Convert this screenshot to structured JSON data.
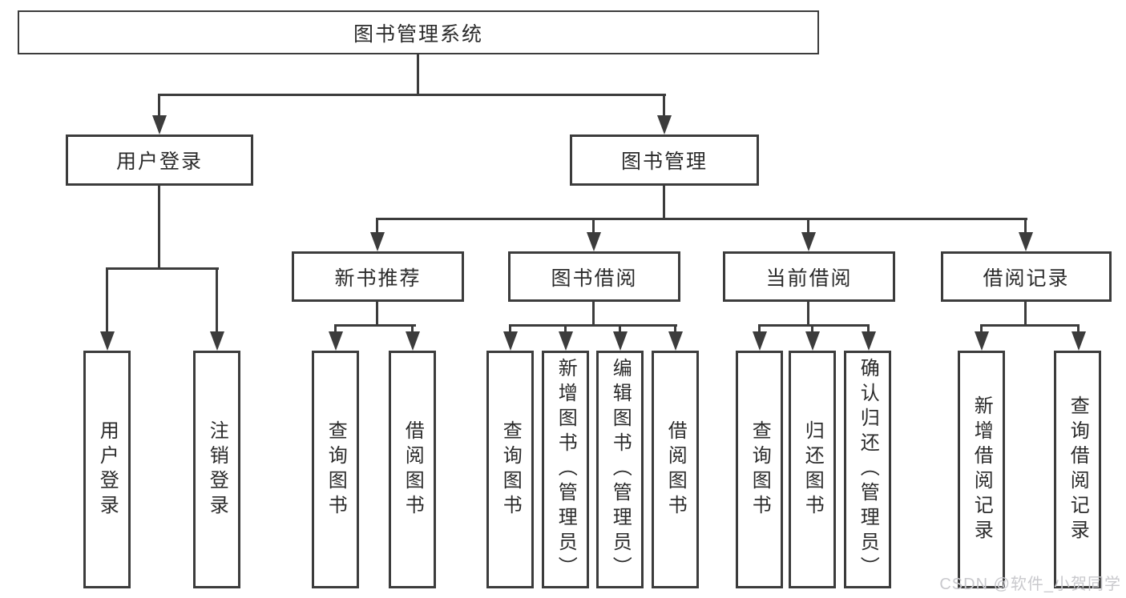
{
  "colors": {
    "line": "#3c3c3c",
    "text": "#2b2b2b",
    "background": "#ffffff",
    "watermark_text": "#c9c9cd"
  },
  "watermark": {
    "text": "CSDN @软件_小贺同学"
  },
  "diagram": {
    "type": "tree",
    "root": {
      "label": "图书管理系统",
      "children": [
        {
          "label": "用户登录",
          "children": [
            {
              "label": "用户登录"
            },
            {
              "label": "注销登录"
            }
          ]
        },
        {
          "label": "图书管理",
          "children": [
            {
              "label": "新书推荐",
              "children": [
                {
                  "label": "查询图书"
                },
                {
                  "label": "借阅图书"
                }
              ]
            },
            {
              "label": "图书借阅",
              "children": [
                {
                  "label": "查询图书"
                },
                {
                  "label": "新增图书（管理员）"
                },
                {
                  "label": "编辑图书（管理员）"
                },
                {
                  "label": "借阅图书"
                }
              ]
            },
            {
              "label": "当前借阅",
              "children": [
                {
                  "label": "查询图书"
                },
                {
                  "label": "归还图书"
                },
                {
                  "label": "确认归还（管理员）"
                }
              ]
            },
            {
              "label": "借阅记录",
              "children": [
                {
                  "label": "新增借阅记录"
                },
                {
                  "label": "查询借阅记录"
                }
              ]
            }
          ]
        }
      ]
    }
  }
}
